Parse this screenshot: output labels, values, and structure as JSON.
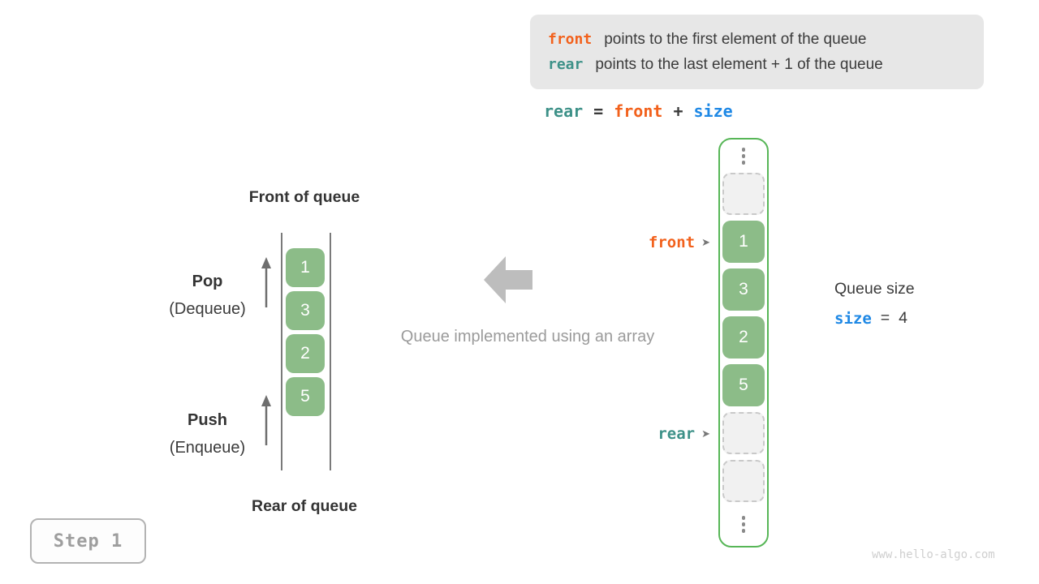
{
  "colors": {
    "orange": "#f2611c",
    "teal": "#3d9188",
    "blue": "#1e88e5",
    "cell_green": "#8cbc88",
    "container_green": "#57b657",
    "dark": "#3b3b3b",
    "mid_gray": "#9b9b9b",
    "arrow_gray": "#bdbdbd"
  },
  "info_box": {
    "line1": {
      "keyword": "front",
      "text": "points to the first element of the queue"
    },
    "line2": {
      "keyword": "rear",
      "text": "points to the last element + 1 of the queue"
    }
  },
  "formula": {
    "lhs": "rear",
    "eq": "=",
    "term1": "front",
    "plus": "+",
    "term2": "size"
  },
  "left_diagram": {
    "front_label": "Front of queue",
    "rear_label": "Rear of queue",
    "pop_label": "Pop",
    "pop_sublabel": "(Dequeue)",
    "push_label": "Push",
    "push_sublabel": "(Enqueue)",
    "cells": [
      "1",
      "3",
      "2",
      "5"
    ]
  },
  "caption": "Queue implemented using an array",
  "array_diagram": {
    "front_pointer": "front",
    "rear_pointer": "rear",
    "pointer_glyph": "➤",
    "cells": [
      {
        "type": "empty",
        "value": ""
      },
      {
        "type": "value",
        "value": "1"
      },
      {
        "type": "value",
        "value": "3"
      },
      {
        "type": "value",
        "value": "2"
      },
      {
        "type": "value",
        "value": "5"
      },
      {
        "type": "empty",
        "value": ""
      },
      {
        "type": "empty",
        "value": ""
      }
    ]
  },
  "queue_size": {
    "label": "Queue size",
    "variable": "size",
    "eq": "=",
    "value": "4"
  },
  "step_badge": {
    "label": "Step 1"
  },
  "watermark": "www.hello-algo.com"
}
